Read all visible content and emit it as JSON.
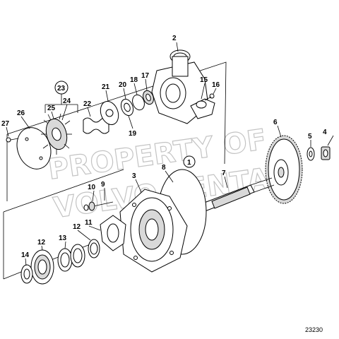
{
  "diagram": {
    "figure_number": "23230",
    "watermark_line1": "PROPERTY OF",
    "watermark_line2": "VOLVO PENTA",
    "callouts": {
      "c1": "1",
      "c2": "2",
      "c3": "3",
      "c4": "4",
      "c5": "5",
      "c6": "6",
      "c7": "7",
      "c8": "8",
      "c9": "9",
      "c10": "10",
      "c11": "11",
      "c12": "12",
      "c13": "13",
      "c14": "14",
      "c15": "15",
      "c16": "16",
      "c17": "17",
      "c18": "18",
      "c19": "19",
      "c20": "20",
      "c21": "21",
      "c22": "22",
      "c23": "23",
      "c24": "24",
      "c25": "25",
      "c26": "26",
      "c27": "27"
    }
  }
}
